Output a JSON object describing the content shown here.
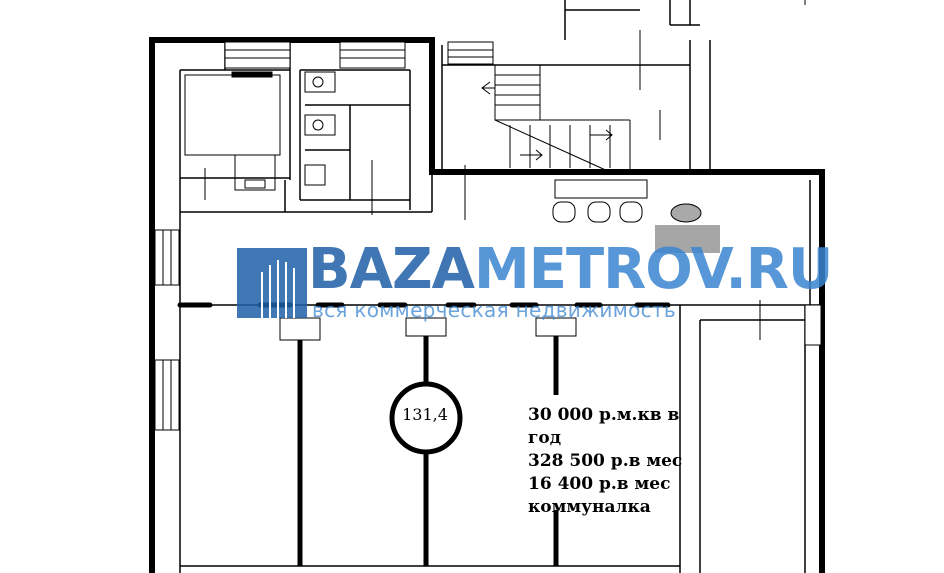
{
  "watermark": {
    "brand_part1": "BAZA",
    "brand_part2": "METROV.RU",
    "tagline": "вся коммерческая недвижимость",
    "colors": {
      "dark": "#1f5fa8",
      "light": "#3a86d1"
    }
  },
  "room": {
    "area": "131,4"
  },
  "info_lines": [
    "30 000 р.м.кв в",
    "год",
    "328 500 р.в мес",
    "16 400 р.в мес",
    "коммуналка"
  ]
}
